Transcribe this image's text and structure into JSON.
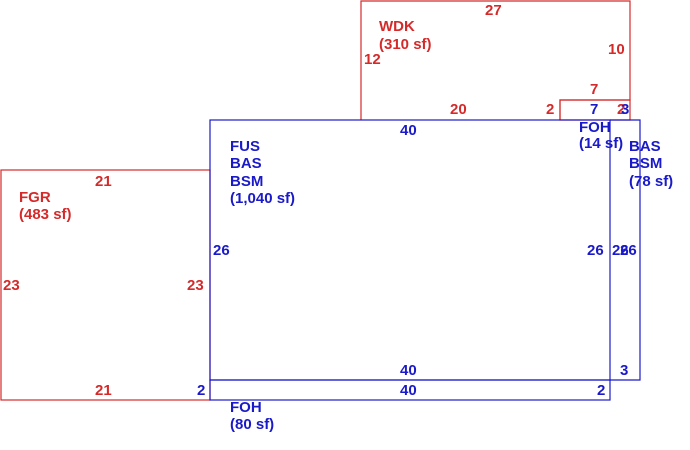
{
  "colors": {
    "red": "#d42a2a",
    "blue": "#1a1ac8"
  },
  "areas": {
    "wdk": {
      "name": "WDK",
      "size": "(310 sf)"
    },
    "fus": {
      "line1": "FUS",
      "line2": "BAS",
      "line3": "BSM",
      "size": "(1,040 sf)"
    },
    "fgr": {
      "name": "FGR",
      "size": "(483 sf)"
    },
    "foh_small": {
      "name": "FOH",
      "size": "(14 sf)"
    },
    "bas_bsm": {
      "line1": "BAS",
      "line2": "BSM",
      "size": "(78 sf)"
    },
    "foh_bottom": {
      "name": "FOH",
      "size": "(80 sf)"
    }
  },
  "dimensions": {
    "wdk_top": "27",
    "wdk_right": "10",
    "wdk_left": "12",
    "wdk_bottom": "20",
    "wdk_step": "2",
    "foh_small_top": "7",
    "foh_small_inner": "7",
    "foh_small_right_a": "2",
    "foh_small_right_b": "3",
    "fus_top": "40",
    "fus_left": "26",
    "fus_right": "26",
    "bas_left": "26",
    "bas_right": "26",
    "fus_bottom": "40",
    "bas_bottom": "3",
    "fgr_top": "21",
    "fgr_left": "23",
    "fgr_right": "23",
    "fgr_bottom": "21",
    "foh_bottom_top": "40",
    "foh_bottom_left": "2",
    "foh_bottom_right": "2"
  }
}
